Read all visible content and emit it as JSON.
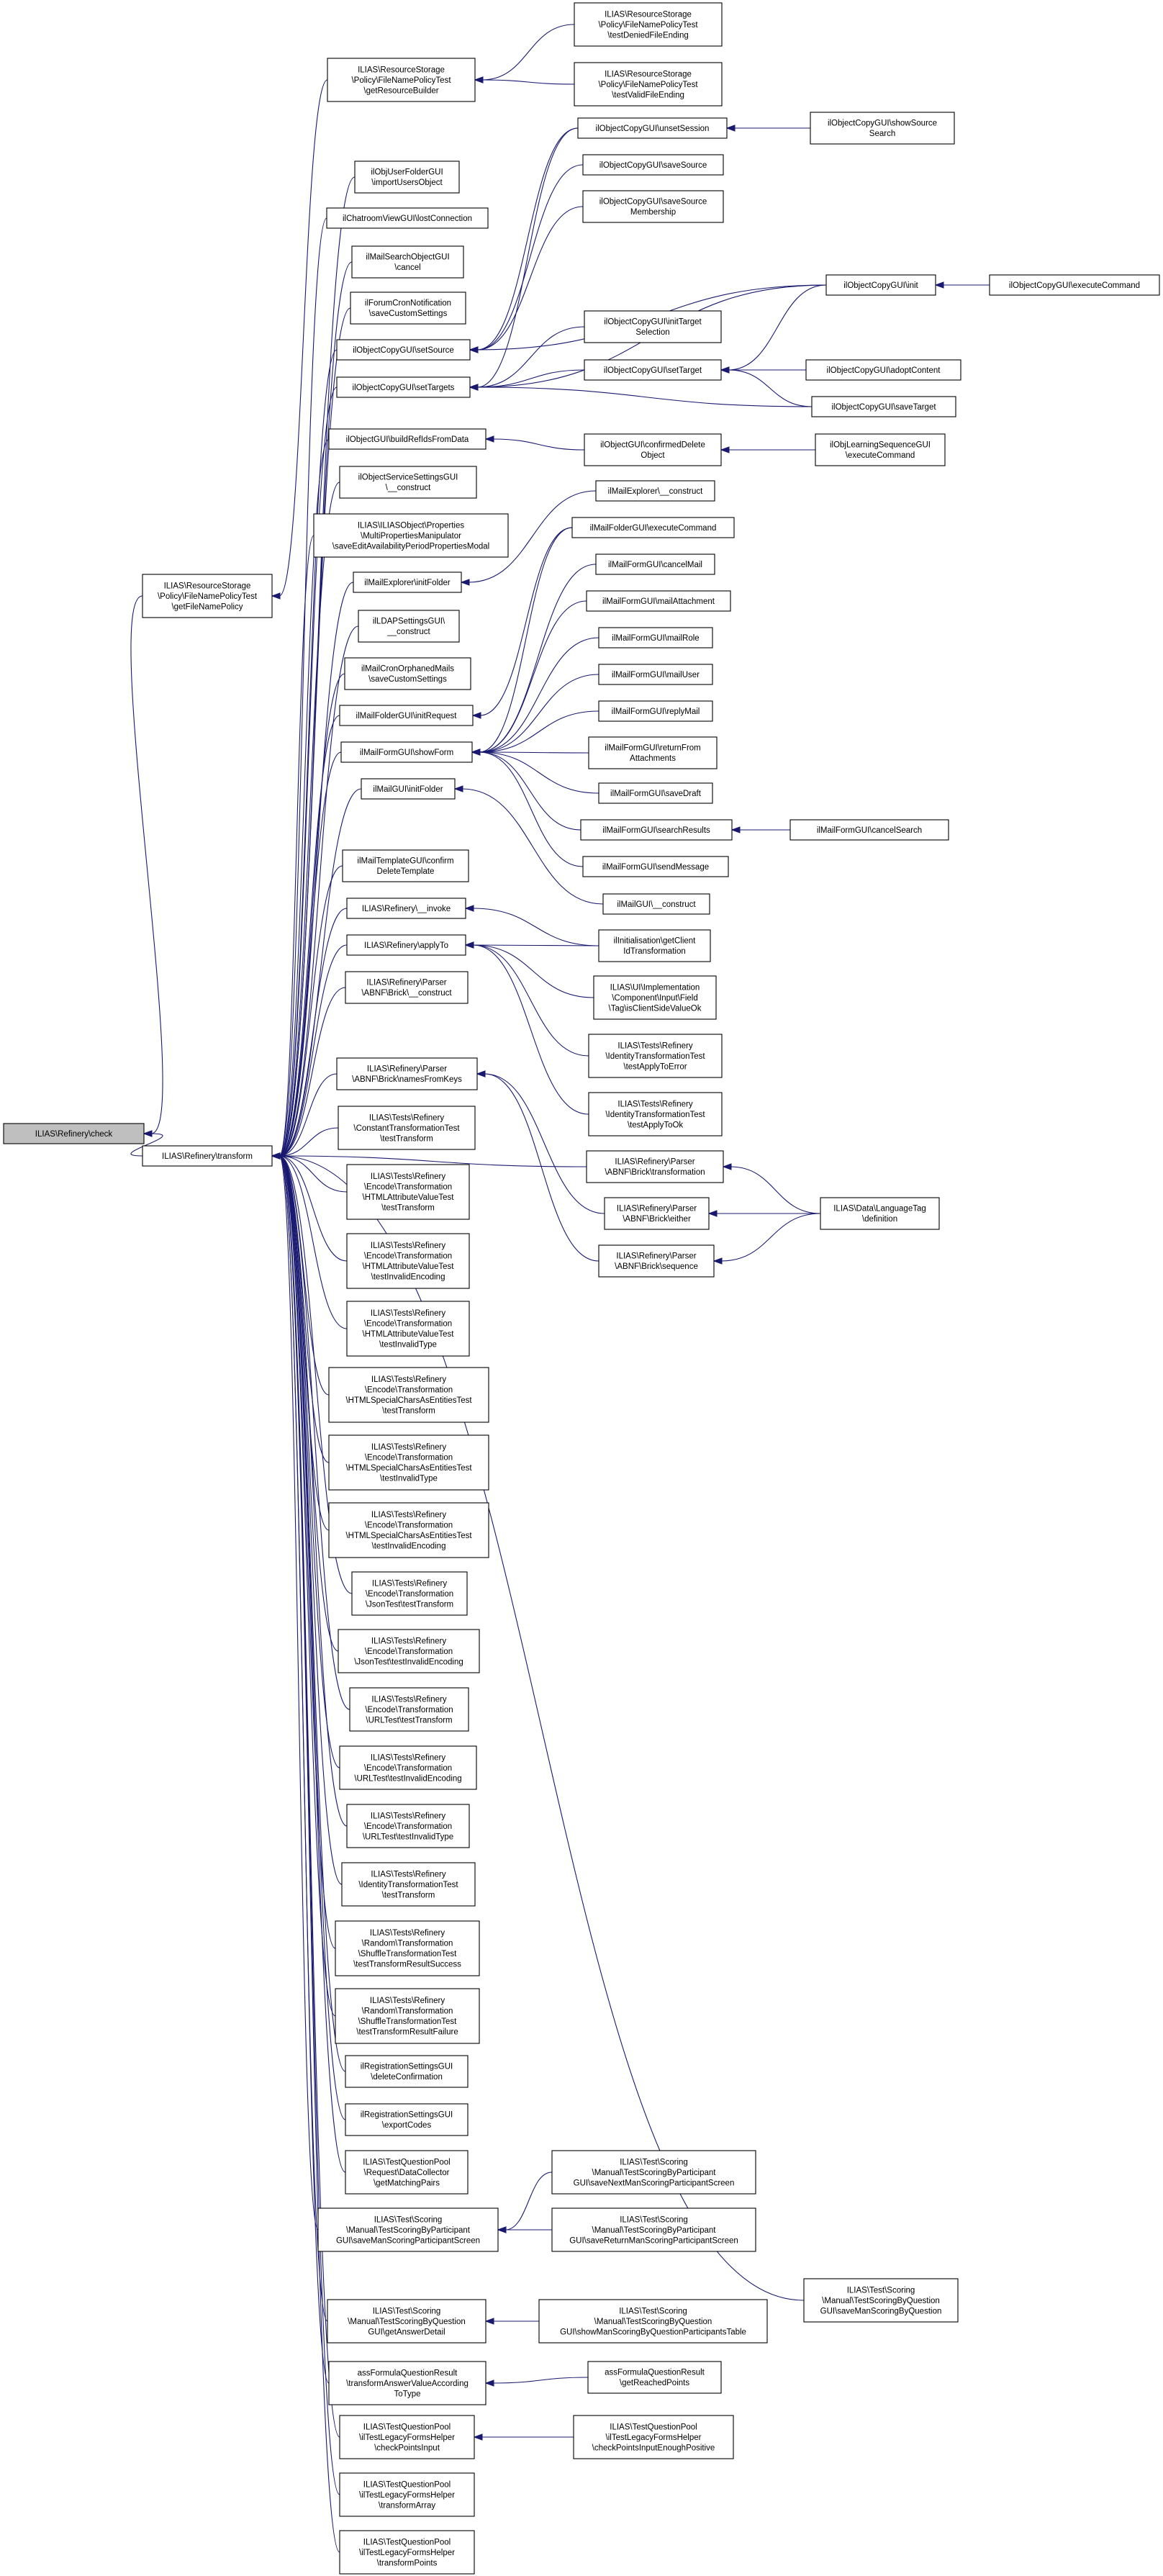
{
  "graph": {
    "nodes": [
      {
        "id": "root",
        "lines": [
          "ILIAS\\Refinery\\check"
        ]
      },
      {
        "id": "getFileNamePolicy",
        "lines": [
          "ILIAS\\ResourceStorage",
          "\\Policy\\FileNamePolicyTest",
          "\\getFileNamePolicy"
        ]
      },
      {
        "id": "transform",
        "lines": [
          "ILIAS\\Refinery\\transform"
        ]
      },
      {
        "id": "getResourceBuilder",
        "lines": [
          "ILIAS\\ResourceStorage",
          "\\Policy\\FileNamePolicyTest",
          "\\getResourceBuilder"
        ]
      },
      {
        "id": "testDeniedFileEnding",
        "lines": [
          "ILIAS\\ResourceStorage",
          "\\Policy\\FileNamePolicyTest",
          "\\testDeniedFileEnding"
        ]
      },
      {
        "id": "testValidFileEnding",
        "lines": [
          "ILIAS\\ResourceStorage",
          "\\Policy\\FileNamePolicyTest",
          "\\testValidFileEnding"
        ]
      },
      {
        "id": "importUsersObject",
        "lines": [
          "ilObjUserFolderGUI",
          "\\importUsersObject"
        ]
      },
      {
        "id": "lostConnection",
        "lines": [
          "ilChatroomViewGUI\\lostConnection"
        ]
      },
      {
        "id": "mailSearchCancel",
        "lines": [
          "ilMailSearchObjectGUI",
          "\\cancel"
        ]
      },
      {
        "id": "forumCron",
        "lines": [
          "ilForumCronNotification",
          "\\saveCustomSettings"
        ]
      },
      {
        "id": "setSource",
        "lines": [
          "ilObjectCopyGUI\\setSource"
        ]
      },
      {
        "id": "setTargets",
        "lines": [
          "ilObjectCopyGUI\\setTargets"
        ]
      },
      {
        "id": "buildRefIds",
        "lines": [
          "ilObjectGUI\\buildRefIdsFromData"
        ]
      },
      {
        "id": "objServiceSettings",
        "lines": [
          "ilObjectServiceSettingsGUI",
          "\\__construct"
        ]
      },
      {
        "id": "saveEditAvail",
        "lines": [
          "ILIAS\\ILIASObject\\Properties",
          "\\MultiPropertiesManipulator",
          "\\saveEditAvailabilityPeriodPropertiesModal"
        ]
      },
      {
        "id": "mailExplorerInit",
        "lines": [
          "ilMailExplorer\\initFolder"
        ]
      },
      {
        "id": "ldapSettings",
        "lines": [
          "ilLDAPSettingsGUI\\",
          "__construct"
        ]
      },
      {
        "id": "mailCronOrphaned",
        "lines": [
          "ilMailCronOrphanedMails",
          "\\saveCustomSettings"
        ]
      },
      {
        "id": "mailFolderInitReq",
        "lines": [
          "ilMailFolderGUI\\initRequest"
        ]
      },
      {
        "id": "showForm",
        "lines": [
          "ilMailFormGUI\\showForm"
        ]
      },
      {
        "id": "mailGuiInitFolder",
        "lines": [
          "ilMailGUI\\initFolder"
        ]
      },
      {
        "id": "mailTemplateConfirm",
        "lines": [
          "ilMailTemplateGUI\\confirm",
          "DeleteTemplate"
        ]
      },
      {
        "id": "invoke",
        "lines": [
          "ILIAS\\Refinery\\__invoke"
        ]
      },
      {
        "id": "applyTo",
        "lines": [
          "ILIAS\\Refinery\\applyTo"
        ]
      },
      {
        "id": "brickConstruct",
        "lines": [
          "ILIAS\\Refinery\\Parser",
          "\\ABNF\\Brick\\__construct"
        ]
      },
      {
        "id": "namesFromKeys",
        "lines": [
          "ILIAS\\Refinery\\Parser",
          "\\ABNF\\Brick\\namesFromKeys"
        ]
      },
      {
        "id": "constTransform",
        "lines": [
          "ILIAS\\Tests\\Refinery",
          "\\ConstantTransformationTest",
          "\\testTransform"
        ]
      },
      {
        "id": "htmlAttrTransform",
        "lines": [
          "ILIAS\\Tests\\Refinery",
          "\\Encode\\Transformation",
          "\\HTMLAttributeValueTest",
          "\\testTransform"
        ]
      },
      {
        "id": "htmlAttrInvalidEnc",
        "lines": [
          "ILIAS\\Tests\\Refinery",
          "\\Encode\\Transformation",
          "\\HTMLAttributeValueTest",
          "\\testInvalidEncoding"
        ]
      },
      {
        "id": "htmlAttrInvalidType",
        "lines": [
          "ILIAS\\Tests\\Refinery",
          "\\Encode\\Transformation",
          "\\HTMLAttributeValueTest",
          "\\testInvalidType"
        ]
      },
      {
        "id": "htmlSpecialTransform",
        "lines": [
          "ILIAS\\Tests\\Refinery",
          "\\Encode\\Transformation",
          "\\HTMLSpecialCharsAsEntitiesTest",
          "\\testTransform"
        ]
      },
      {
        "id": "htmlSpecialInvalidType",
        "lines": [
          "ILIAS\\Tests\\Refinery",
          "\\Encode\\Transformation",
          "\\HTMLSpecialCharsAsEntitiesTest",
          "\\testInvalidType"
        ]
      },
      {
        "id": "htmlSpecialInvalidEnc",
        "lines": [
          "ILIAS\\Tests\\Refinery",
          "\\Encode\\Transformation",
          "\\HTMLSpecialCharsAsEntitiesTest",
          "\\testInvalidEncoding"
        ]
      },
      {
        "id": "jsonTransform",
        "lines": [
          "ILIAS\\Tests\\Refinery",
          "\\Encode\\Transformation",
          "\\JsonTest\\testTransform"
        ]
      },
      {
        "id": "jsonInvalidEnc",
        "lines": [
          "ILIAS\\Tests\\Refinery",
          "\\Encode\\Transformation",
          "\\JsonTest\\testInvalidEncoding"
        ]
      },
      {
        "id": "urlTransform",
        "lines": [
          "ILIAS\\Tests\\Refinery",
          "\\Encode\\Transformation",
          "\\URLTest\\testTransform"
        ]
      },
      {
        "id": "urlInvalidEnc",
        "lines": [
          "ILIAS\\Tests\\Refinery",
          "\\Encode\\Transformation",
          "\\URLTest\\testInvalidEncoding"
        ]
      },
      {
        "id": "urlInvalidType",
        "lines": [
          "ILIAS\\Tests\\Refinery",
          "\\Encode\\Transformation",
          "\\URLTest\\testInvalidType"
        ]
      },
      {
        "id": "identityTransform",
        "lines": [
          "ILIAS\\Tests\\Refinery",
          "\\IdentityTransformationTest",
          "\\testTransform"
        ]
      },
      {
        "id": "shuffleSuccess",
        "lines": [
          "ILIAS\\Tests\\Refinery",
          "\\Random\\Transformation",
          "\\ShuffleTransformationTest",
          "\\testTransformResultSuccess"
        ]
      },
      {
        "id": "shuffleFailure",
        "lines": [
          "ILIAS\\Tests\\Refinery",
          "\\Random\\Transformation",
          "\\ShuffleTransformationTest",
          "\\testTransformResultFailure"
        ]
      },
      {
        "id": "regDeleteConfirm",
        "lines": [
          "ilRegistrationSettingsGUI",
          "\\deleteConfirmation"
        ]
      },
      {
        "id": "regExportCodes",
        "lines": [
          "ilRegistrationSettingsGUI",
          "\\exportCodes"
        ]
      },
      {
        "id": "getMatchingPairs",
        "lines": [
          "ILIAS\\TestQuestionPool",
          "\\Request\\DataCollector",
          "\\getMatchingPairs"
        ]
      },
      {
        "id": "saveManScoringPart",
        "lines": [
          "ILIAS\\Test\\Scoring",
          "\\Manual\\TestScoringByParticipant",
          "GUI\\saveManScoringParticipantScreen"
        ]
      },
      {
        "id": "getAnswerDetail",
        "lines": [
          "ILIAS\\Test\\Scoring",
          "\\Manual\\TestScoringByQuestion",
          "GUI\\getAnswerDetail"
        ]
      },
      {
        "id": "transformAnswerValue",
        "lines": [
          "assFormulaQuestionResult",
          "\\transformAnswerValueAccording",
          "ToType"
        ]
      },
      {
        "id": "checkPointsInput",
        "lines": [
          "ILIAS\\TestQuestionPool",
          "\\ilTestLegacyFormsHelper",
          "\\checkPointsInput"
        ]
      },
      {
        "id": "transformArray",
        "lines": [
          "ILIAS\\TestQuestionPool",
          "\\ilTestLegacyFormsHelper",
          "\\transformArray"
        ]
      },
      {
        "id": "transformPoints",
        "lines": [
          "ILIAS\\TestQuestionPool",
          "\\ilTestLegacyFormsHelper",
          "\\transformPoints"
        ]
      },
      {
        "id": "unsetSession",
        "lines": [
          "ilObjectCopyGUI\\unsetSession"
        ]
      },
      {
        "id": "showSourceSearch",
        "lines": [
          "ilObjectCopyGUI\\showSource",
          "Search"
        ]
      },
      {
        "id": "saveSource",
        "lines": [
          "ilObjectCopyGUI\\saveSource"
        ]
      },
      {
        "id": "saveSourceMembership",
        "lines": [
          "ilObjectCopyGUI\\saveSource",
          "Membership"
        ]
      },
      {
        "id": "copyInit",
        "lines": [
          "ilObjectCopyGUI\\init"
        ]
      },
      {
        "id": "executeCommand",
        "lines": [
          "ilObjectCopyGUI\\executeCommand"
        ]
      },
      {
        "id": "initTargetSelection",
        "lines": [
          "ilObjectCopyGUI\\initTarget",
          "Selection"
        ]
      },
      {
        "id": "setTarget",
        "lines": [
          "ilObjectCopyGUI\\setTarget"
        ]
      },
      {
        "id": "adoptContent",
        "lines": [
          "ilObjectCopyGUI\\adoptContent"
        ]
      },
      {
        "id": "saveTarget",
        "lines": [
          "ilObjectCopyGUI\\saveTarget"
        ]
      },
      {
        "id": "confirmedDelete",
        "lines": [
          "ilObjectGUI\\confirmedDelete",
          "Object"
        ]
      },
      {
        "id": "lsExecuteCommand",
        "lines": [
          "ilObjLearningSequenceGUI",
          "\\executeCommand"
        ]
      },
      {
        "id": "mailExplorerConstruct",
        "lines": [
          "ilMailExplorer\\__construct"
        ]
      },
      {
        "id": "mailFolderExecCmd",
        "lines": [
          "ilMailFolderGUI\\executeCommand"
        ]
      },
      {
        "id": "cancelMail",
        "lines": [
          "ilMailFormGUI\\cancelMail"
        ]
      },
      {
        "id": "mailAttachment",
        "lines": [
          "ilMailFormGUI\\mailAttachment"
        ]
      },
      {
        "id": "mailRole",
        "lines": [
          "ilMailFormGUI\\mailRole"
        ]
      },
      {
        "id": "mailUser",
        "lines": [
          "ilMailFormGUI\\mailUser"
        ]
      },
      {
        "id": "replyMail",
        "lines": [
          "ilMailFormGUI\\replyMail"
        ]
      },
      {
        "id": "returnFromAttachments",
        "lines": [
          "ilMailFormGUI\\returnFrom",
          "Attachments"
        ]
      },
      {
        "id": "saveDraft",
        "lines": [
          "ilMailFormGUI\\saveDraft"
        ]
      },
      {
        "id": "searchResults",
        "lines": [
          "ilMailFormGUI\\searchResults"
        ]
      },
      {
        "id": "cancelSearch",
        "lines": [
          "ilMailFormGUI\\cancelSearch"
        ]
      },
      {
        "id": "sendMessage",
        "lines": [
          "ilMailFormGUI\\sendMessage"
        ]
      },
      {
        "id": "mailGuiConstruct",
        "lines": [
          "ilMailGUI\\__construct"
        ]
      },
      {
        "id": "getClientIdTransform",
        "lines": [
          "ilInitialisation\\getClient",
          "IdTransformation"
        ]
      },
      {
        "id": "tagIsClientSideValueOk",
        "lines": [
          "ILIAS\\UI\\Implementation",
          "\\Component\\Input\\Field",
          "\\Tag\\isClientSideValueOk"
        ]
      },
      {
        "id": "identityApplyToError",
        "lines": [
          "ILIAS\\Tests\\Refinery",
          "\\IdentityTransformationTest",
          "\\testApplyToError"
        ]
      },
      {
        "id": "identityApplyToOk",
        "lines": [
          "ILIAS\\Tests\\Refinery",
          "\\IdentityTransformationTest",
          "\\testApplyToOk"
        ]
      },
      {
        "id": "brickTransformation",
        "lines": [
          "ILIAS\\Refinery\\Parser",
          "\\ABNF\\Brick\\transformation"
        ]
      },
      {
        "id": "brickEither",
        "lines": [
          "ILIAS\\Refinery\\Parser",
          "\\ABNF\\Brick\\either"
        ]
      },
      {
        "id": "brickSequence",
        "lines": [
          "ILIAS\\Refinery\\Parser",
          "\\ABNF\\Brick\\sequence"
        ]
      },
      {
        "id": "languageTagDefinition",
        "lines": [
          "ILIAS\\Data\\LanguageTag",
          "\\definition"
        ]
      },
      {
        "id": "saveNextManScoring",
        "lines": [
          "ILIAS\\Test\\Scoring",
          "\\Manual\\TestScoringByParticipant",
          "GUI\\saveNextManScoringParticipantScreen"
        ]
      },
      {
        "id": "saveReturnManScoring",
        "lines": [
          "ILIAS\\Test\\Scoring",
          "\\Manual\\TestScoringByParticipant",
          "GUI\\saveReturnManScoringParticipantScreen"
        ]
      },
      {
        "id": "saveManScoringByQuestion",
        "lines": [
          "ILIAS\\Test\\Scoring",
          "\\Manual\\TestScoringByQuestion",
          "GUI\\saveManScoringByQuestion"
        ]
      },
      {
        "id": "showManScoringByQuestionTable",
        "lines": [
          "ILIAS\\Test\\Scoring",
          "\\Manual\\TestScoringByQuestion",
          "GUI\\showManScoringByQuestionParticipantsTable"
        ]
      },
      {
        "id": "getReachedPoints",
        "lines": [
          "assFormulaQuestionResult",
          "\\getReachedPoints"
        ]
      },
      {
        "id": "checkPointsInputEnoughPositive",
        "lines": [
          "ILIAS\\TestQuestionPool",
          "\\ilTestLegacyFormsHelper",
          "\\checkPointsInputEnoughPositive"
        ]
      }
    ]
  }
}
